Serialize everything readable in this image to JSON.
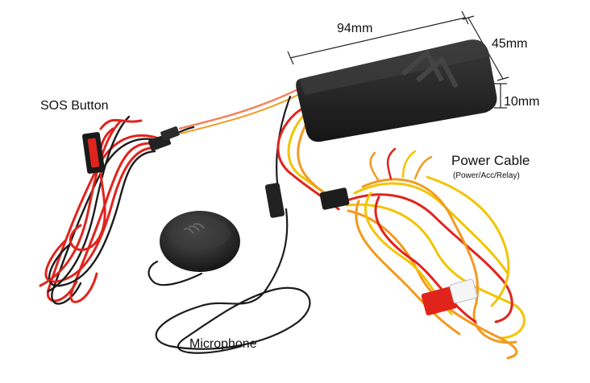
{
  "labels": {
    "dim_length": "94mm",
    "dim_width": "45mm",
    "dim_height": "10mm",
    "sos": "SOS Button",
    "power": "Power Cable",
    "power_sub": "(Power/Acc/Relay)",
    "mic": "Microphone"
  },
  "colors": {
    "red_wire": "#e0241c",
    "black_wire": "#1c1c1c",
    "orange_wire": "#f39a1e",
    "yellow_wire": "#f2c400",
    "salmon_wire": "#f0845a",
    "device_body": "#2a2a2a"
  }
}
